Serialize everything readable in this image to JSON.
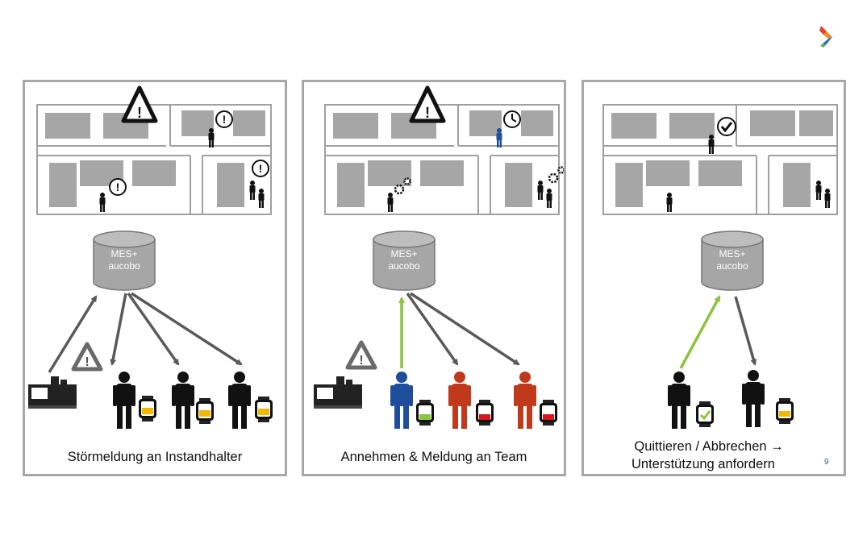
{
  "panels": [
    {
      "caption": "Störmeldung an Instandhalter",
      "db_line1": "MES+",
      "db_line2": "aucobo"
    },
    {
      "caption": "Annehmen & Meldung an Team",
      "db_line1": "MES+",
      "db_line2": "aucobo"
    },
    {
      "caption_line1": "Quittieren / Abbrechen →",
      "caption_line2": "Unterstützung anfordern",
      "db_line1": "MES+",
      "db_line2": "aucobo"
    }
  ],
  "page_number": "9",
  "colors": {
    "accent_green": "#8cc43c",
    "worker_blue": "#1f4e9c",
    "worker_red": "#c0391b",
    "arrow_gray": "#5a5a5a",
    "room_gray": "#a6a6a6"
  }
}
